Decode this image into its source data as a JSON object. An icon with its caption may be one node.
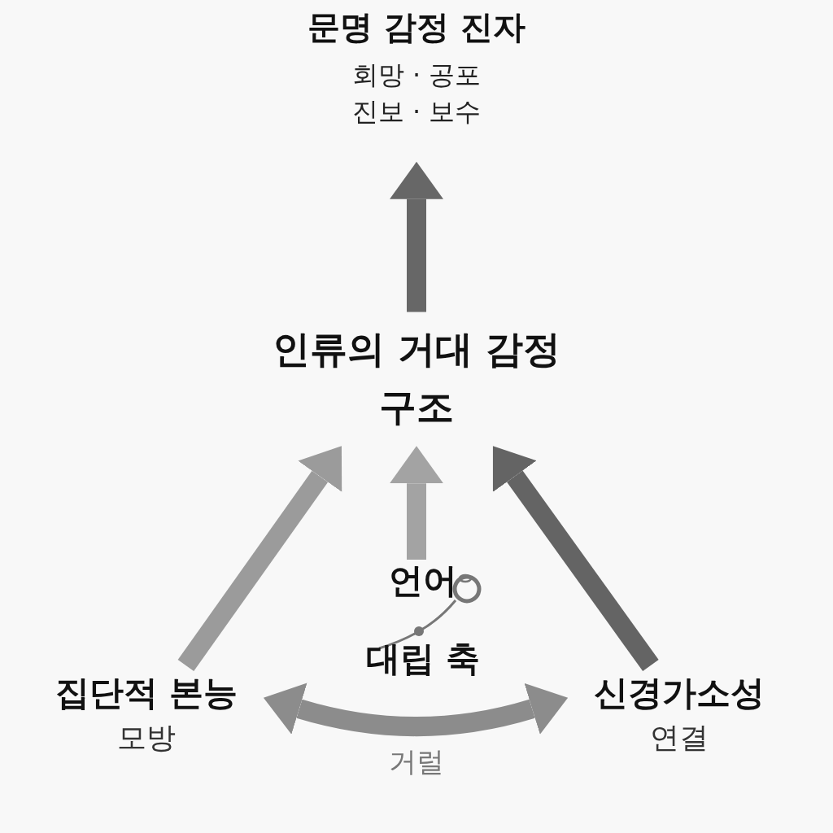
{
  "diagram": {
    "nodes": [
      {
        "text": [
          "문명 감정 진자",
          "회망 · 공포",
          "진보 · 보수"
        ]
      },
      {
        "text": [
          "인류의 거대 감정구조"
        ]
      },
      {
        "text": [
          "집단적 본능",
          "모방"
        ]
      },
      {
        "text": [
          "신경가소성",
          "연결"
        ]
      },
      {
        "text": [
          "언어",
          "대립 축"
        ]
      }
    ],
    "edges": [
      {
        "from": 1,
        "to": 0,
        "arrow": "to",
        "color": "#676767"
      },
      {
        "from": 2,
        "to": 1,
        "arrow": "to",
        "color": "#9b9b9b"
      },
      {
        "from": 4,
        "to": 1,
        "arrow": "to",
        "color": "#a3a3a3"
      },
      {
        "from": 3,
        "to": 1,
        "arrow": "to",
        "color": "#646464"
      },
      {
        "from": 2,
        "to": 3,
        "arrow": "both",
        "label": "거럴",
        "color": "#8c8c8c"
      }
    ]
  }
}
